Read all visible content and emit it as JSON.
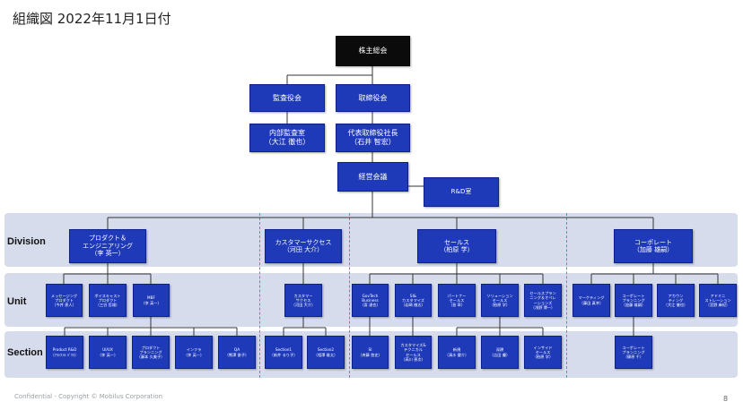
{
  "title": "組織図 2022年11月1日付",
  "footer": "Confidential - Copyright © Mobilus Corporation",
  "page_number": "8",
  "band_labels": [
    "Division",
    "Unit",
    "Section"
  ],
  "top": {
    "shareholders": "株主総会",
    "auditors": "監査役会",
    "board": "取締役会",
    "internal_audit": "内部監査室\n（大江 徹也）",
    "ceo": "代表取締役社長\n（石井 智宏）",
    "mgmt": "経営会議",
    "rnd": "R&D室"
  },
  "divisions": [
    "プロダクト＆\nエンジニアリング\n（李 英一）",
    "カスタマーサクセス\n（河田 大介）",
    "セールス\n（柏原 学）",
    "コーポレート\n（加藤 雄嗣）"
  ],
  "units": [
    "メッセージング\nプロダクト\n（今井 恵人）",
    "ボイスキャスト\nプロダクト\n（三谷 哲雄）",
    "MBF\n（李 英一）",
    "カスタマー\nサクセス\n（河田 大介）",
    "GovTech\nBusiness\n（斎 達也）",
    "SI&\nカスタマイズ\n（岩崎 徹志）",
    "パートナー\nセールス\n（島 章）",
    "ソリューション\nセールス\n（柏原 学）",
    "セールスプラン\nニング＆オペレ\nーションズ\n（浅野 博一）",
    "マーケティング\n（藤田 真幸）",
    "コーポレート\nプランニング\n（加藤 雄嗣）",
    "アカウン\nティング\n（大江 徹也）",
    "アドミニ\nストレーション\n（宮野 麻紀）"
  ],
  "sections": [
    "Product R&D\n（ｱﾗﾝﾂｧﾙ ﾊﾞﾂﾗ）",
    "UI/UX\n（李 英一）",
    "プロダクト\nプランニング\n（藤本 久美子）",
    "インフラ\n（李 英一）",
    "QA\n（熊澤 俊子）",
    "Section1\n（新井 るり子）",
    "Section2\n（相澤 雄太）",
    "SI\n（斉藤 悠史）",
    "カスタマイズ&\nテクニカル\nセールス\n（高川 恵次）",
    "新規\n（清水 健介）",
    "深耕\n（吉田 優）",
    "インサイド\nセールス\n（柏原 学）",
    "コーポレート\nプランニング\n（篠原 千）"
  ],
  "colors": {
    "box": "#1f3ab8",
    "band": "#d7dcec",
    "separator": "#3aa6a0"
  }
}
